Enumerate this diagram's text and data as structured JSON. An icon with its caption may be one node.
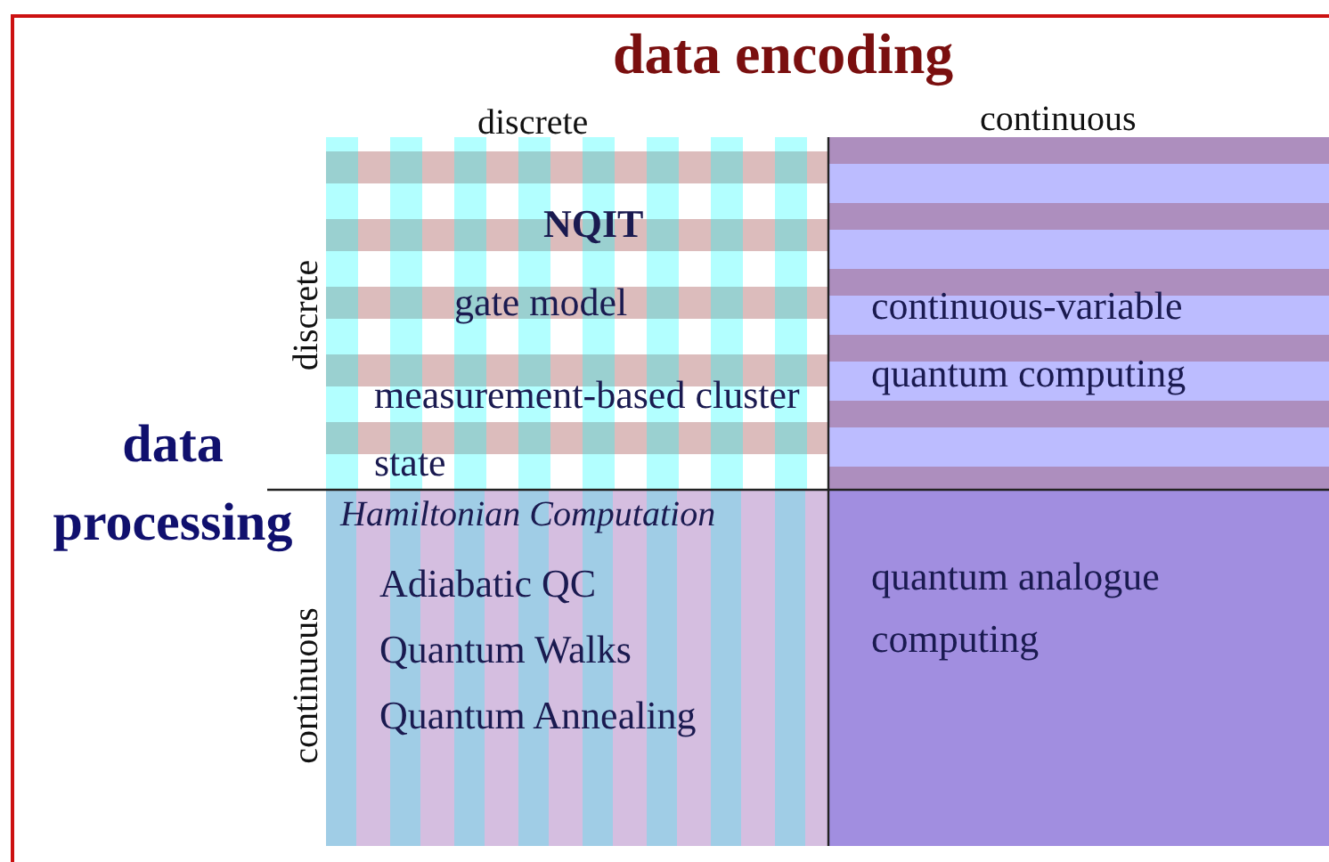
{
  "diagram": {
    "nodes": [
      {
        "text": [
          "NQIT",
          "gate model",
          "measurement-based cluster state"
        ]
      },
      {
        "text": [
          "continuous-variable quantum computing"
        ]
      },
      {
        "text": [
          "Hamiltonian Computation",
          "Adiabatic QC",
          "Quantum Walks",
          "Quantum Annealing"
        ]
      },
      {
        "text": [
          "quantum analogue computing"
        ]
      }
    ],
    "labels": [
      "data encoding",
      "discrete",
      "continuous",
      "data processing",
      "discrete",
      "continuous"
    ]
  }
}
